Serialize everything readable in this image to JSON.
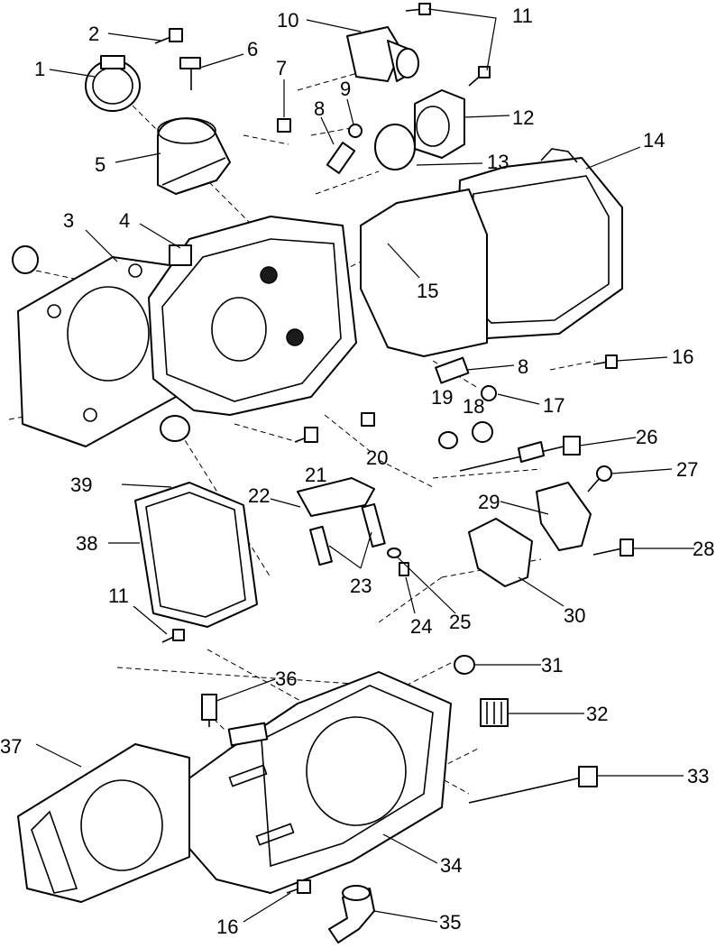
{
  "callouts": {
    "c1": "1",
    "c2": "2",
    "c3": "3",
    "c4": "4",
    "c5": "5",
    "c6": "6",
    "c7": "7",
    "c8a": "8",
    "c8b": "8",
    "c9": "9",
    "c10": "10",
    "c11a": "11",
    "c11b": "11",
    "c12": "12",
    "c13": "13",
    "c14": "14",
    "c15": "15",
    "c16a": "16",
    "c16b": "16",
    "c17": "17",
    "c18": "18",
    "c19": "19",
    "c20": "20",
    "c21": "21",
    "c22": "22",
    "c23": "23",
    "c24": "24",
    "c25": "25",
    "c26": "26",
    "c27": "27",
    "c28": "28",
    "c29": "29",
    "c30": "30",
    "c31": "31",
    "c32": "32",
    "c33": "33",
    "c34": "34",
    "c35": "35",
    "c36": "36",
    "c37": "37",
    "c38": "38",
    "c39": "39"
  }
}
